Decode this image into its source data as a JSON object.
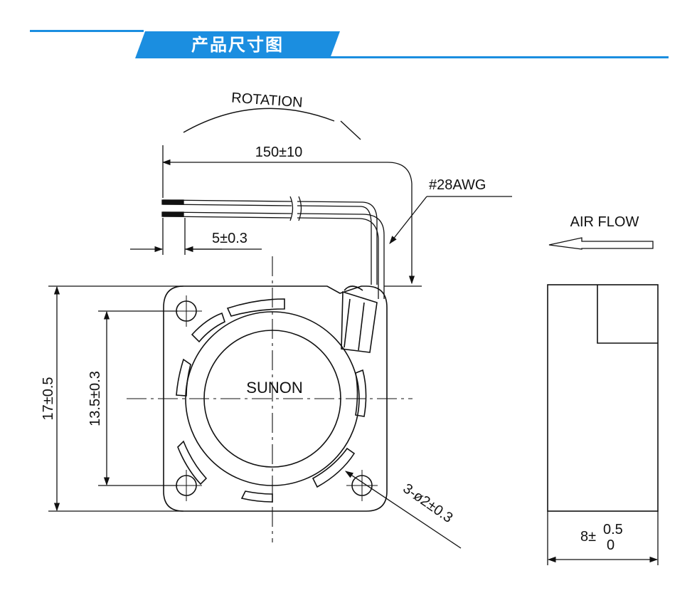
{
  "header": {
    "title": "产品尺寸图",
    "accent_color": "#1b8ee0"
  },
  "drawing": {
    "rotation_label": "ROTATION",
    "cable_length": "150±10",
    "wire_gauge": "#28AWG",
    "strip_length": "5±0.3",
    "brand": "SUNON",
    "height": "17±0.5",
    "hole_pitch": "13.5±0.3",
    "hole_spec": "3-ø2±0.3",
    "air_flow_label": "AIR FLOW",
    "depth_prefix": "8±",
    "depth_tol_upper": "0.5",
    "depth_tol_lower": "0"
  }
}
